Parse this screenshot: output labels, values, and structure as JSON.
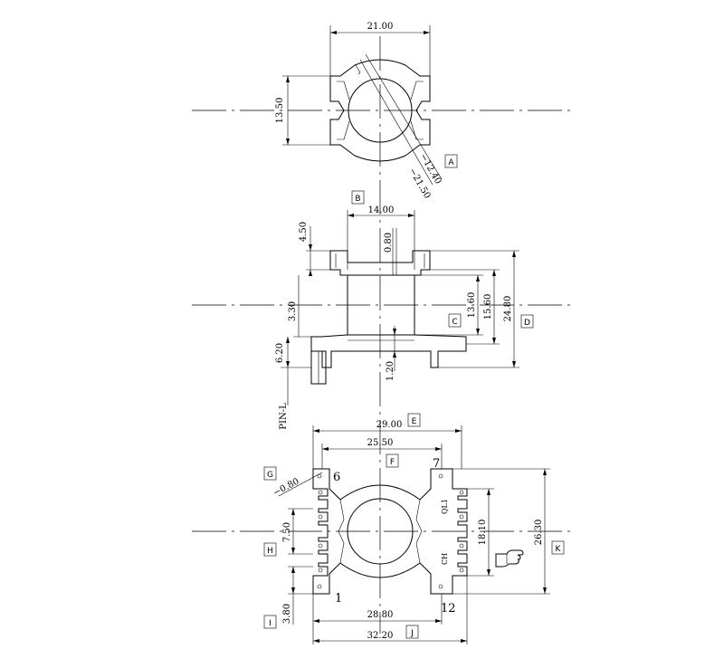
{
  "top_view": {
    "width_dim": "21.00",
    "height_dim": "13.50",
    "inner_dia": "−12.40",
    "outer_dia": "−21.50",
    "label": "A"
  },
  "side_view": {
    "label_b": "B",
    "width_dim": "14.00",
    "flange_dim": "4.50",
    "wall_dim": "0.80",
    "gap_dim": "3.30",
    "winding_dim": "13.60",
    "inner_height_dim": "15.60",
    "total_height_dim": "24.80",
    "label_c": "C",
    "label_d": "D",
    "pin_dim": "6.20",
    "base_dim": "1.20",
    "pin_label": "PIN-L"
  },
  "bottom_view": {
    "label_e": "E",
    "width_29": "29.00",
    "label_f": "F",
    "width_25": "25.50",
    "label_g": "G",
    "hole_dia": "−0.80",
    "pin_6": "6",
    "pin_7": "7",
    "pin_1": "1",
    "pin_12": "12",
    "mark_ql1": "QL1",
    "mark_ch": "CH",
    "dim_750": "7.50",
    "label_h": "H",
    "dim_380": "3.80",
    "label_i": "I",
    "dim_1810": "18.10",
    "dim_2630": "26.30",
    "label_k": "K",
    "width_288": "28.80",
    "width_322": "32.20",
    "label_j": "J",
    "hand_icon": "pointing-hand-icon"
  }
}
